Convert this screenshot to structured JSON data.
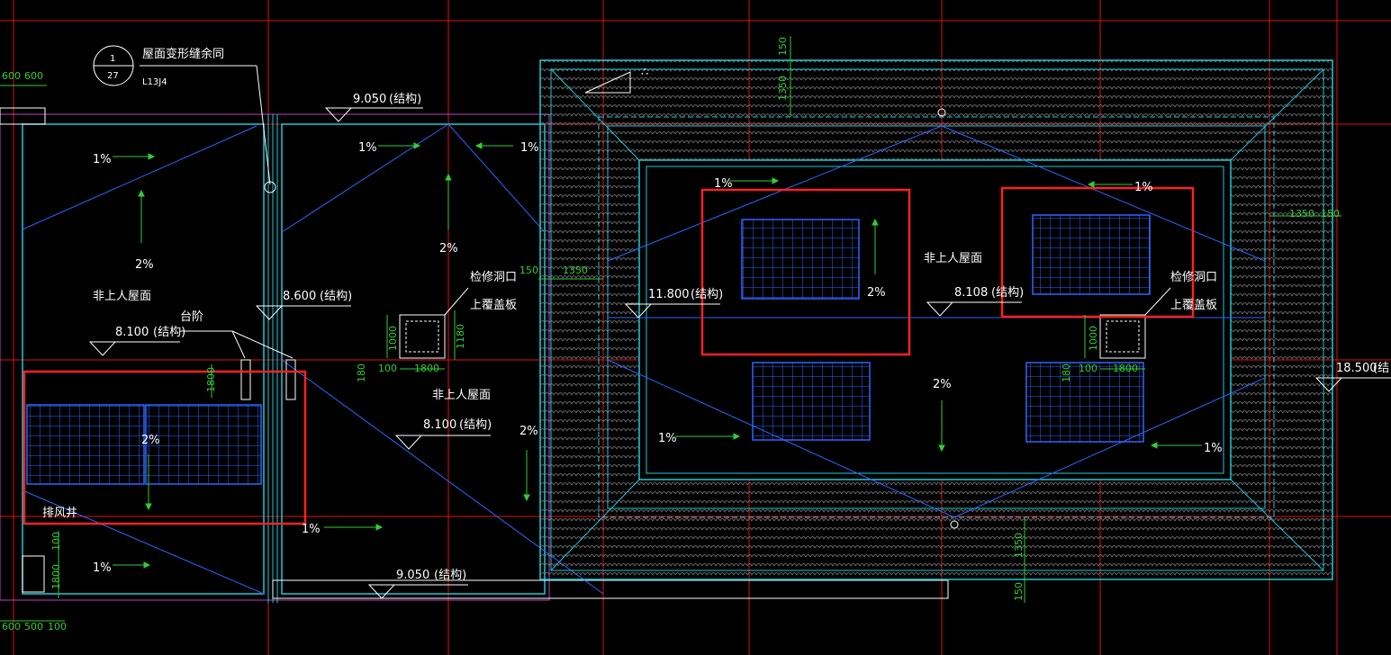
{
  "colors": {
    "background": "#000000",
    "axis": "#e01010",
    "wall": "#20c8d8",
    "slope_line": "#2a66ff",
    "parapet": "#c040c0",
    "text": "#ffffff",
    "dimension": "#33cc33",
    "highlight": "#ff2020",
    "solar_panel": "#2a66ff"
  },
  "detail_callout": {
    "title": "屋面变形缝余同",
    "number": "1",
    "sheet": "27",
    "atlas": "L13J4"
  },
  "labels": {
    "non_accessible_roof": "非上人屋面",
    "step": "台阶",
    "exhaust_shaft": "排风井",
    "hatch": "检修洞口",
    "cover_plate": "上覆盖板"
  },
  "elevations": {
    "e9050": "9.050",
    "e8100": "8.100",
    "e8600": "8.600",
    "e11800": "11.800",
    "e8108": "8.108",
    "e18500": "18.500",
    "suffix": "(结构)",
    "suffix_cut": "(结"
  },
  "slopes": {
    "one": "1%",
    "two": "2%"
  },
  "dims": {
    "d600": "600",
    "d500": "500",
    "d100": "100",
    "d150": "150",
    "d1350": "1350",
    "d1000": "1000",
    "d1180": "1180",
    "d1800": "1800",
    "d180": "180"
  },
  "annotations": {
    "symbol": "∴"
  }
}
